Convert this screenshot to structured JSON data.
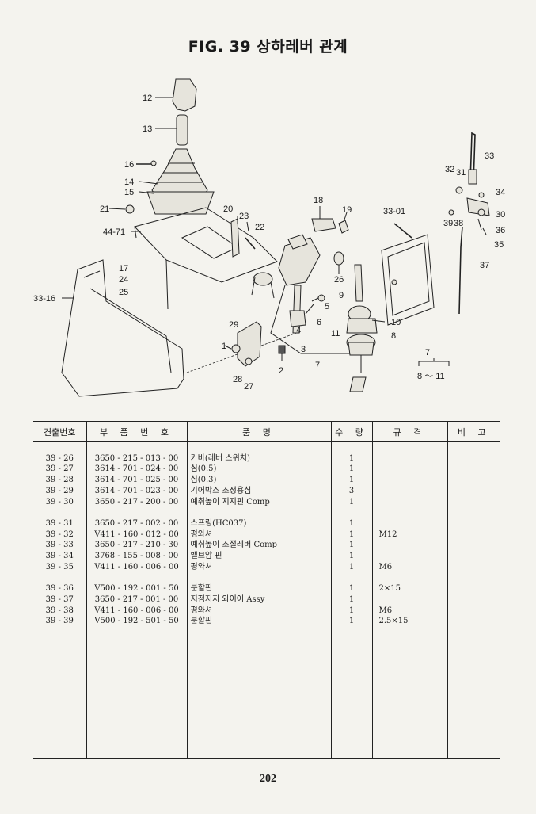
{
  "title": "FIG. 39 상하레버 관계",
  "callouts": {
    "c12": "12",
    "c13": "13",
    "c16": "16",
    "c14": "14",
    "c15": "15",
    "c21": "21",
    "c4471": "44-71",
    "c20": "20",
    "c23": "23",
    "c22": "22",
    "c17": "17",
    "c24": "24",
    "c25": "25",
    "c3316": "33-16",
    "c18": "18",
    "c19": "19",
    "c3301": "33-01",
    "c32": "32",
    "c31": "31",
    "c33": "33",
    "c34": "34",
    "c30": "30",
    "c39": "39",
    "c38": "38",
    "c36": "36",
    "c35": "35",
    "c37": "37",
    "c26": "26",
    "c9": "9",
    "c5": "5",
    "c6": "6",
    "c4": "4",
    "c3": "3",
    "c10": "10",
    "c8": "8",
    "c11": "11",
    "c29": "29",
    "c1": "1",
    "c2": "2",
    "c28": "28",
    "c27": "27",
    "c7a": "7",
    "c7b": "7",
    "c811": "8 ～ 11"
  },
  "table": {
    "headers": {
      "no": "견출번호",
      "part": "부 품 번 호",
      "name": "품 명",
      "qty": "수 량",
      "spec": "규 격",
      "note": "비 고"
    },
    "rows": [
      {
        "no": "39 - 26",
        "part": "3650 - 215 - 013 - 00",
        "name": "카바(레버 스위치)",
        "qty": "1",
        "spec": "",
        "note": ""
      },
      {
        "no": "39 - 27",
        "part": "3614 - 701 - 024 - 00",
        "name": "심(0.5)",
        "qty": "1",
        "spec": "",
        "note": ""
      },
      {
        "no": "39 - 28",
        "part": "3614 - 701 - 025 - 00",
        "name": "심(0.3)",
        "qty": "1",
        "spec": "",
        "note": ""
      },
      {
        "no": "39 - 29",
        "part": "3614 - 701 - 023 - 00",
        "name": "기어박스 조정용심",
        "qty": "3",
        "spec": "",
        "note": ""
      },
      {
        "no": "39 - 30",
        "part": "3650 - 217 - 200 - 00",
        "name": "예취높이 지지핀 Comp",
        "qty": "1",
        "spec": "",
        "note": ""
      },
      {
        "no": "39 - 31",
        "part": "3650 - 217 - 002 - 00",
        "name": "스프링(HC037)",
        "qty": "1",
        "spec": "",
        "note": ""
      },
      {
        "no": "39 - 32",
        "part": "V411 - 160 - 012 - 00",
        "name": "평와셔",
        "qty": "1",
        "spec": "M12",
        "note": ""
      },
      {
        "no": "39 - 33",
        "part": "3650 - 217 - 210 - 30",
        "name": "예취높이 조절레버 Comp",
        "qty": "1",
        "spec": "",
        "note": ""
      },
      {
        "no": "39 - 34",
        "part": "3768 - 155 - 008 - 00",
        "name": "밸브암 핀",
        "qty": "1",
        "spec": "",
        "note": ""
      },
      {
        "no": "39 - 35",
        "part": "V411 - 160 - 006 - 00",
        "name": "평와셔",
        "qty": "1",
        "spec": "M6",
        "note": ""
      },
      {
        "no": "39 - 36",
        "part": "V500 - 192 - 001 - 50",
        "name": "분할핀",
        "qty": "1",
        "spec": "2×15",
        "note": ""
      },
      {
        "no": "39 - 37",
        "part": "3650 - 217 - 001 - 00",
        "name": "지점지지 와이어 Assy",
        "qty": "1",
        "spec": "",
        "note": ""
      },
      {
        "no": "39 - 38",
        "part": "V411 - 160 - 006 - 00",
        "name": "평와셔",
        "qty": "1",
        "spec": "M6",
        "note": ""
      },
      {
        "no": "39 - 39",
        "part": "V500 - 192 - 501 - 50",
        "name": "분할핀",
        "qty": "1",
        "spec": "2.5×15",
        "note": ""
      }
    ]
  },
  "page_number": "202"
}
